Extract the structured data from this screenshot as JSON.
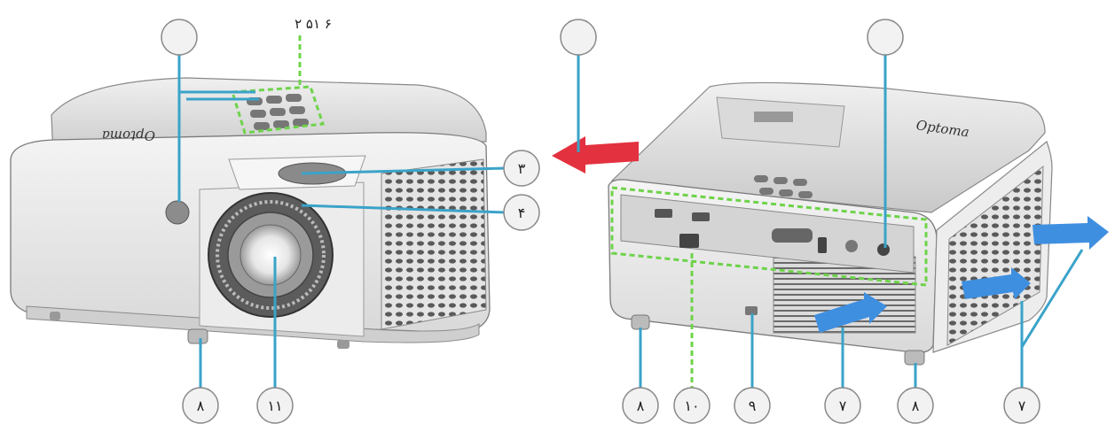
{
  "diagram": {
    "top_callout_text": "۲ ۵۱ ۶",
    "brand_front": "Optoma",
    "brand_rear": "Optoma",
    "callouts": {
      "c3": "۳",
      "c4": "۴",
      "c8a": "۸",
      "c11": "۱۱",
      "c8b": "۸",
      "c10": "۱۰",
      "c9": "۹",
      "c7a": "۷",
      "c8c": "۸",
      "c7b": "۷"
    },
    "colors": {
      "callout_line": "#3aa3c9",
      "highlight_dash": "#6ed34a",
      "airflow_in": "#3f8fe0",
      "airflow_out": "#e3313f"
    }
  }
}
